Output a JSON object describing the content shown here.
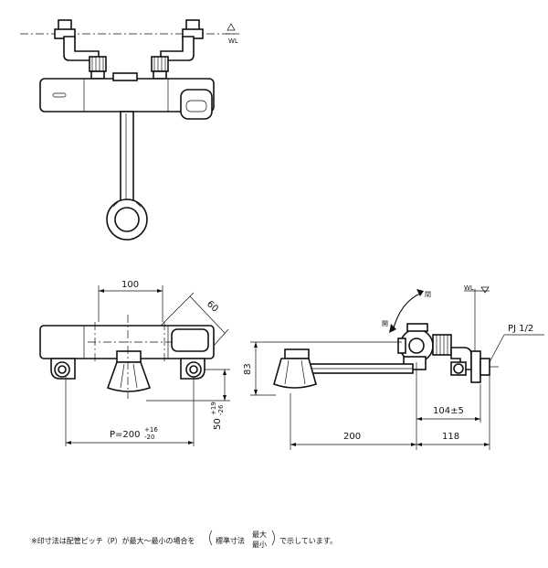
{
  "top_view": {
    "wl_label": "WL"
  },
  "front_view": {
    "dim_width": "100",
    "dim_angle": "60",
    "dim_pitch": "P=200",
    "dim_pitch_tol_upper": "+16",
    "dim_pitch_tol_lower": "-20",
    "dim_height": "50",
    "dim_height_tol_upper": "+19",
    "dim_height_tol_lower": "-26"
  },
  "side_view": {
    "wl_label": "WL",
    "label_open": "閉",
    "label_close": "開",
    "thread_label": "PJ 1/2",
    "dim_height": "83",
    "dim_spout": "200",
    "dim_offset": "104±5",
    "dim_wall": "118"
  },
  "note": {
    "prefix": "※印寸法は配管ピッチ（P）が最大～最小の場合を",
    "std": "標準寸法",
    "max": "最大",
    "min": "最小",
    "suffix": "で示しています。"
  }
}
